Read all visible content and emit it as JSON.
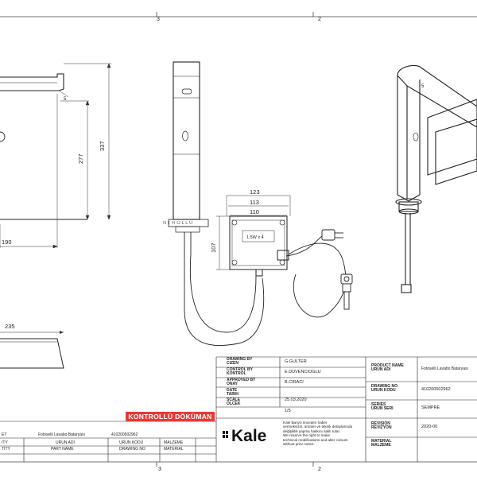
{
  "sheet": {
    "frame_zones": [
      "3",
      "2",
      "3",
      "2"
    ]
  },
  "dimensions": {
    "left_top_width": "190",
    "left_top_h1": "277",
    "left_top_h2": "337",
    "left_bottom_width": "235",
    "box_w1": "123",
    "box_w2": "113",
    "box_w3": "110",
    "box_h": "107",
    "box_label": "1,5W x 4"
  },
  "stamp": "KONTROLLÜ DÖKÜMAN",
  "title_block": {
    "drawing_by_label": [
      "DRAWING BY",
      "CIZEN"
    ],
    "drawing_by_value": "G.GULTER",
    "control_by_label": [
      "CONTROL BY",
      "KONTROL"
    ],
    "control_by_value": "E.DUVENCIOGLU",
    "approved_by_label": [
      "APPROVED BY",
      "ONAY"
    ],
    "approved_by_value": "B.CIRACI",
    "date_label": [
      "DATE",
      "TARIH"
    ],
    "date_value": "25.03.2020",
    "scale_label": [
      "SCALE",
      "OLCEK"
    ],
    "scale_value": "1/5",
    "product_name_label": [
      "PRODUCT NAME",
      "URUN ADI"
    ],
    "product_name_value": "Fotoselli Lavabo Bataryası",
    "drawing_no_label": [
      "DRAWING NO",
      "URUN KODU"
    ],
    "drawing_no_value": "410200502962",
    "series_label": [
      "SERIES",
      "URUN SERI"
    ],
    "series_value": "SEMPRE",
    "revision_label": [
      "REVISION",
      "REVIZYON"
    ],
    "revision_value": "2020-00",
    "material_label": [
      "MATERIAL",
      "MALZEME"
    ],
    "logo_text": "Kale",
    "notes": [
      "Kale Banyo önceden haber",
      "vermeksizin, ürünler ve teknik detaylarında",
      "değişiklik yapma hakkını saklı tutar.",
      "We reserve the right to make",
      "technical modifications and alter colours",
      "without prior notice."
    ]
  },
  "parts_list": {
    "row1": [
      "ET",
      "Fotoselli Lavabo Bataryası",
      "410200502962",
      "",
      ""
    ],
    "headers1": [
      "ITY",
      "URUN ADI",
      "URUN KODU",
      "MALZEME",
      ""
    ],
    "headers2": [
      "TITY",
      "PART NAME",
      "DRAWING NO",
      "MATERIAL",
      ""
    ]
  },
  "colors": {
    "line": "#222222",
    "stamp": "#e53935"
  }
}
